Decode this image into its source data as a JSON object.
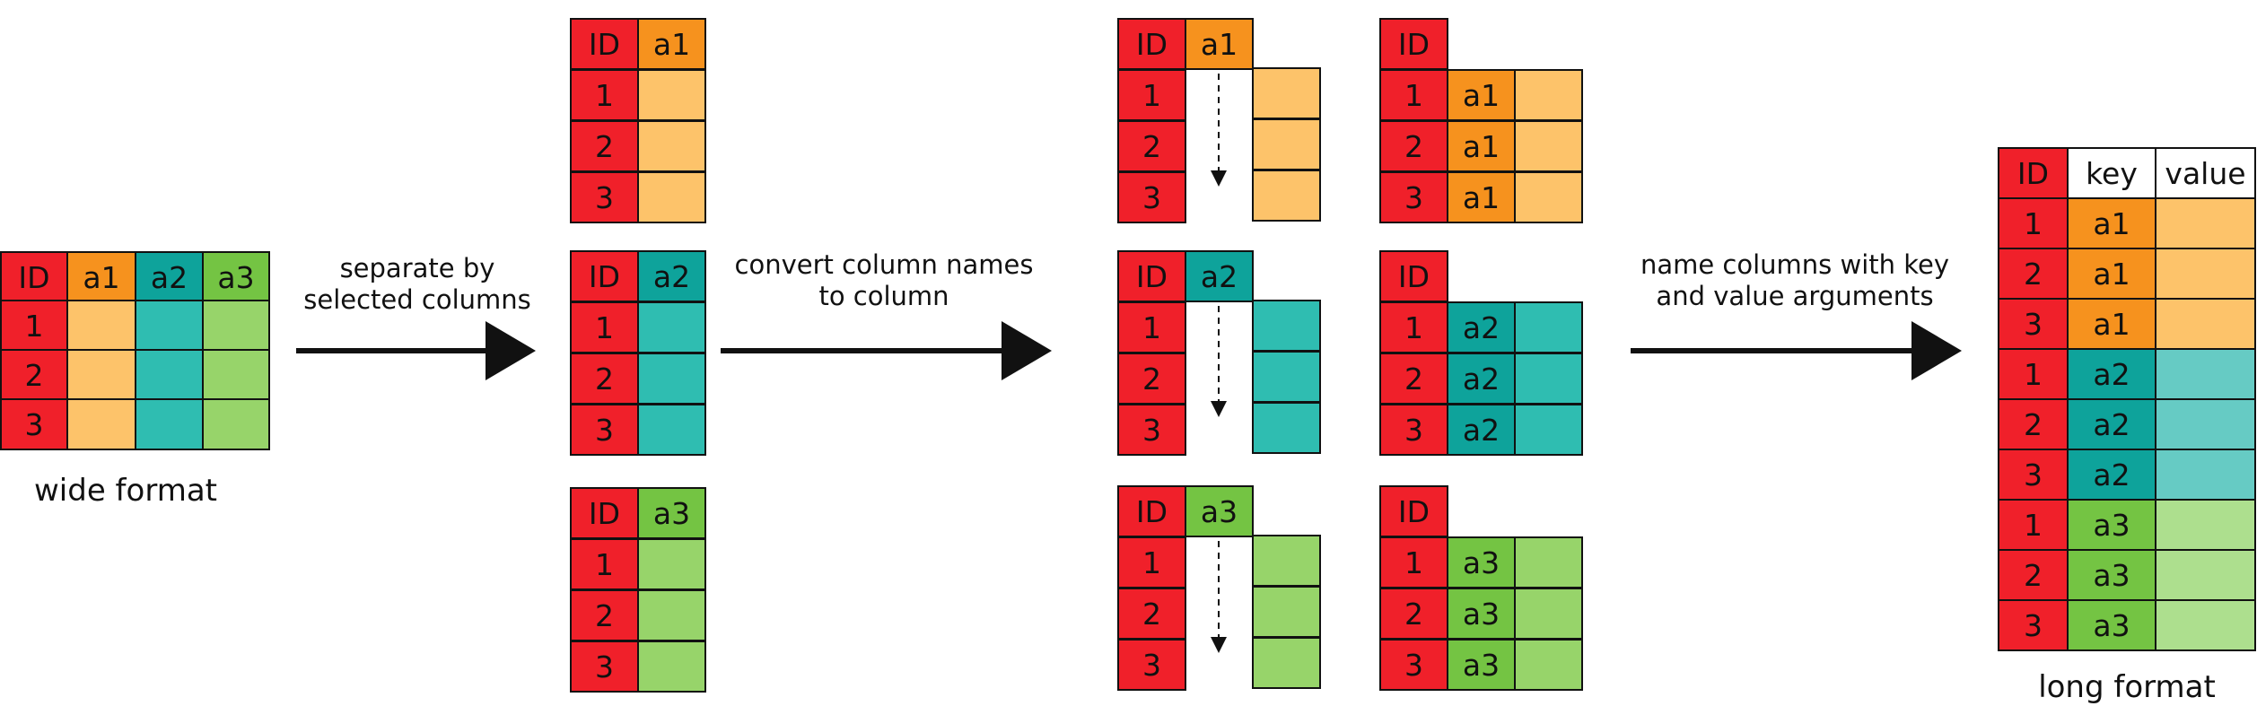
{
  "colors": {
    "id": "#f0202a",
    "a1": "#f6921e",
    "a1_light": "#fdc36a",
    "a2": "#0ea39b",
    "a2_light": "#2fbdb1",
    "a3": "#74c443",
    "a3_light": "#97d46a",
    "long_a2_value": "#66cbc4",
    "long_a3_value": "#addf8e",
    "header_white": "#ffffff",
    "stroke": "#111111"
  },
  "labels": {
    "id": "ID",
    "a1": "a1",
    "a2": "a2",
    "a3": "a3",
    "key": "key",
    "value": "value",
    "row_ids": [
      "1",
      "2",
      "3"
    ]
  },
  "captions": {
    "wide": "wide format",
    "long": "long format"
  },
  "steps": {
    "separate": [
      "separate by",
      "selected columns"
    ],
    "convert": [
      "convert column names",
      "to column"
    ],
    "name": [
      "name columns with key",
      "and value arguments"
    ]
  }
}
